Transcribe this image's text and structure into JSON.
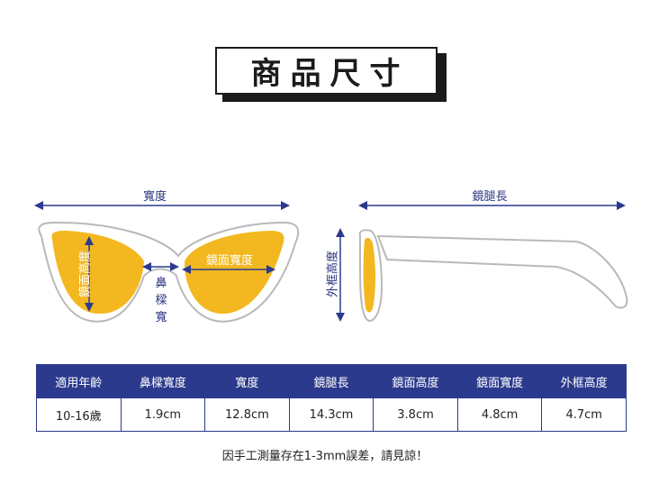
{
  "title": "商品尺寸",
  "labels": {
    "width": "寬度",
    "temple_length": "鏡腿長",
    "lens_height": "鏡面高度",
    "lens_width": "鏡面寬度",
    "bridge_1": "鼻",
    "bridge_2": "樑",
    "bridge_3": "寬",
    "frame_height": "外框高度"
  },
  "table": {
    "headers": [
      "適用年齡",
      "鼻樑寬度",
      "寬度",
      "鏡腿長",
      "鏡面高度",
      "鏡面寬度",
      "外框高度"
    ],
    "values": [
      "10-16歲",
      "1.9cm",
      "12.8cm",
      "14.3cm",
      "3.8cm",
      "4.8cm",
      "4.7cm"
    ]
  },
  "note": "因手工測量存在1-3mm誤差，請見諒！",
  "colors": {
    "navy": "#2b3a8c",
    "lens": "#f3b820",
    "frame_outline": "#b9b9b9"
  }
}
